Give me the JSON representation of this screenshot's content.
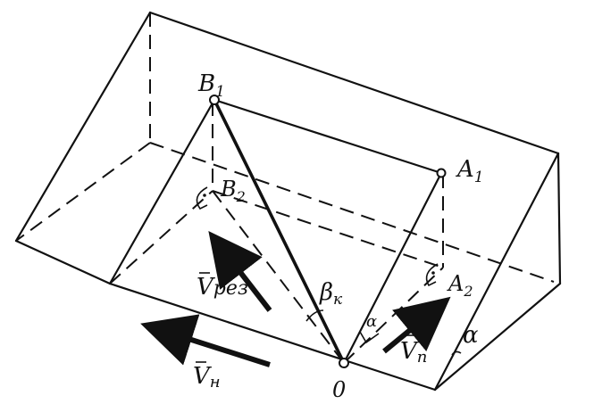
{
  "labels": {
    "b1": "B",
    "b1_sub": "1",
    "a1": "A",
    "a1_sub": "1",
    "b2": "B",
    "b2_sub": "2",
    "a2": "A",
    "a2_sub": "2",
    "o": "0",
    "beta": "β",
    "beta_sub": "к",
    "alpha_small": "α",
    "alpha_side": "α",
    "v_rez": "V",
    "v_rez_sub": "рез",
    "v_n": "V",
    "v_n_sub": "н",
    "v_p": "V",
    "v_p_sub": "п"
  },
  "colors": {
    "ink": "#111111",
    "background": "#ffffff"
  }
}
